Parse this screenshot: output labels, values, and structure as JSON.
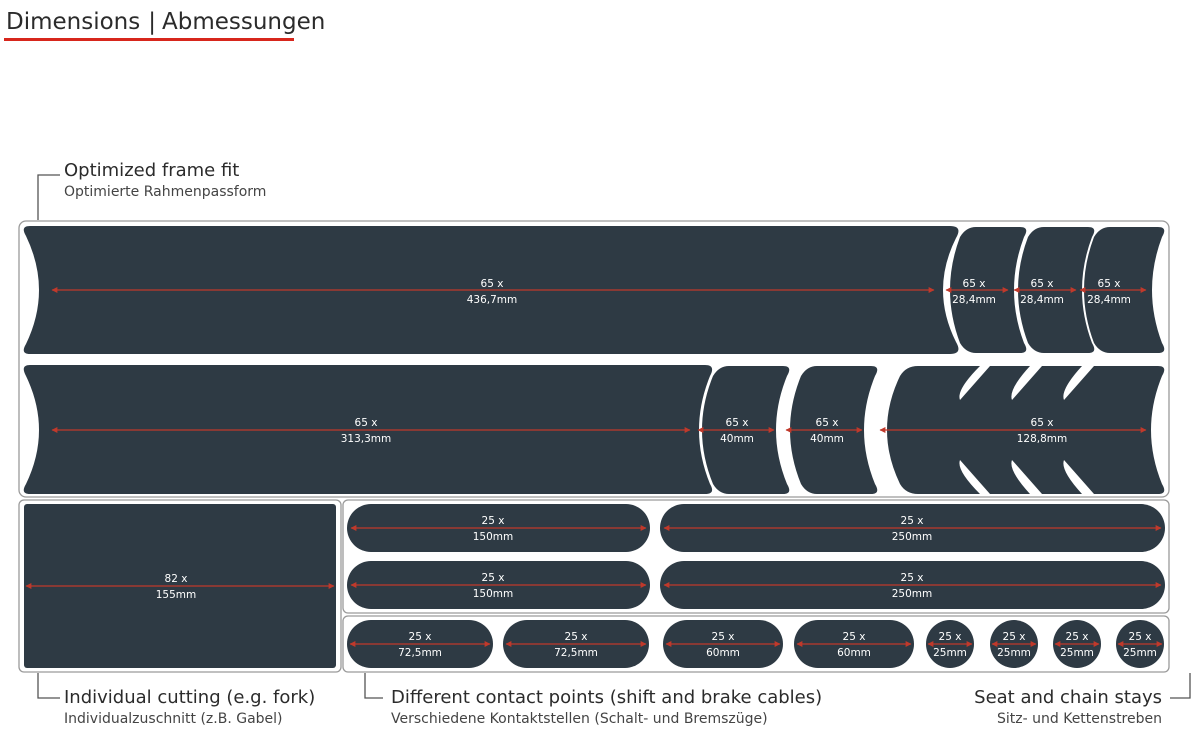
{
  "header": {
    "title": "Dimensions",
    "separator": "|",
    "subtitle": "Abmessungen"
  },
  "colors": {
    "piece": "#2e3a44",
    "arrow": "#c0392b",
    "accent": "#d7261c",
    "outline": "#9a9a9a",
    "text": "#ffffff"
  },
  "callouts": {
    "frame_fit": {
      "en": "Optimized frame fit",
      "de": "Optimierte Rahmenpassform"
    },
    "cutting": {
      "en": "Individual cutting (e.g. fork)",
      "de": "Individualzuschnitt (z.B. Gabel)"
    },
    "contact": {
      "en": "Different contact points (shift and brake cables)",
      "de": "Verschiedene Kontaktstellen (Schalt- und Bremszüge)"
    },
    "stays": {
      "en": "Seat and chain stays",
      "de": "Sitz- und Kettenstreben"
    }
  },
  "pieces": {
    "r1_big": {
      "w": "65 x",
      "l": "436,7mm"
    },
    "r1_s1": {
      "w": "65 x",
      "l": "28,4mm"
    },
    "r1_s2": {
      "w": "65 x",
      "l": "28,4mm"
    },
    "r1_s3": {
      "w": "65 x",
      "l": "28,4mm"
    },
    "r2_big": {
      "w": "65 x",
      "l": "313,3mm"
    },
    "r2_m1": {
      "w": "65 x",
      "l": "40mm"
    },
    "r2_m2": {
      "w": "65 x",
      "l": "40mm"
    },
    "r2_comb": {
      "w": "65 x",
      "l": "128,8mm"
    },
    "rect": {
      "w": "82 x",
      "l": "155mm"
    },
    "a150": {
      "w": "25 x",
      "l": "150mm"
    },
    "a250": {
      "w": "25 x",
      "l": "250mm"
    },
    "b150": {
      "w": "25 x",
      "l": "150mm"
    },
    "b250": {
      "w": "25 x",
      "l": "250mm"
    },
    "c72a": {
      "w": "25 x",
      "l": "72,5mm"
    },
    "c72b": {
      "w": "25 x",
      "l": "72,5mm"
    },
    "c60a": {
      "w": "25 x",
      "l": "60mm"
    },
    "c60b": {
      "w": "25 x",
      "l": "60mm"
    },
    "d1": {
      "w": "25 x",
      "l": "25mm"
    },
    "d2": {
      "w": "25 x",
      "l": "25mm"
    },
    "d3": {
      "w": "25 x",
      "l": "25mm"
    },
    "d4": {
      "w": "25 x",
      "l": "25mm"
    }
  }
}
